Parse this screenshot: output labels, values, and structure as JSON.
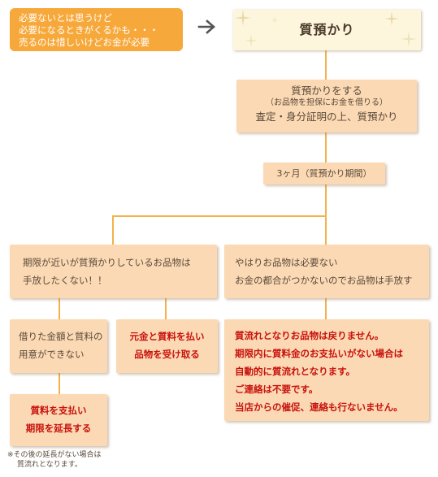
{
  "intro": {
    "lines": [
      "必要ないとは思うけど",
      "必要になるときがくるかも・・・",
      "売るのは惜しいけどお金が必要"
    ]
  },
  "title": "質預かり",
  "pawn": {
    "line1": "質預かりをする",
    "line2": "（お品物を担保にお金を借りる）",
    "line3": "査定・身分証明の上、質預かり"
  },
  "period": "3ヶ月（質預かり期間）",
  "left_branch": {
    "lines": [
      "期限が近いが質預かりしているお品物は",
      "手放したくない！！"
    ]
  },
  "right_branch": {
    "lines": [
      "やはりお品物は必要ない",
      "お金の都合がつかないのでお品物は手放す"
    ]
  },
  "cannot": {
    "lines": [
      "借りた金額と質料の",
      "用意ができない"
    ]
  },
  "repay": {
    "lines": [
      "元金と質料を払い",
      "品物を受け取る"
    ]
  },
  "forfeit": {
    "lines": [
      "質流れとなりお品物は戻りません。",
      "期限内に質料金のお支払いがない場合は",
      "自動的に質流れとなります。",
      "ご連絡は不要です。",
      "当店からの催促、連絡も行ないません。"
    ]
  },
  "extend": {
    "lines": [
      "質料を支払い",
      "期限を延長する"
    ]
  },
  "note": {
    "lines": [
      "※その後の延長がない場合は",
      "質流れとなります。"
    ]
  },
  "colors": {
    "box_fill": "#fbd9b4",
    "intro_fill": "#f7a83a",
    "title_fill": "#fdf6dc",
    "connector": "#f3b24a",
    "emphasis_text": "#c8120c"
  }
}
